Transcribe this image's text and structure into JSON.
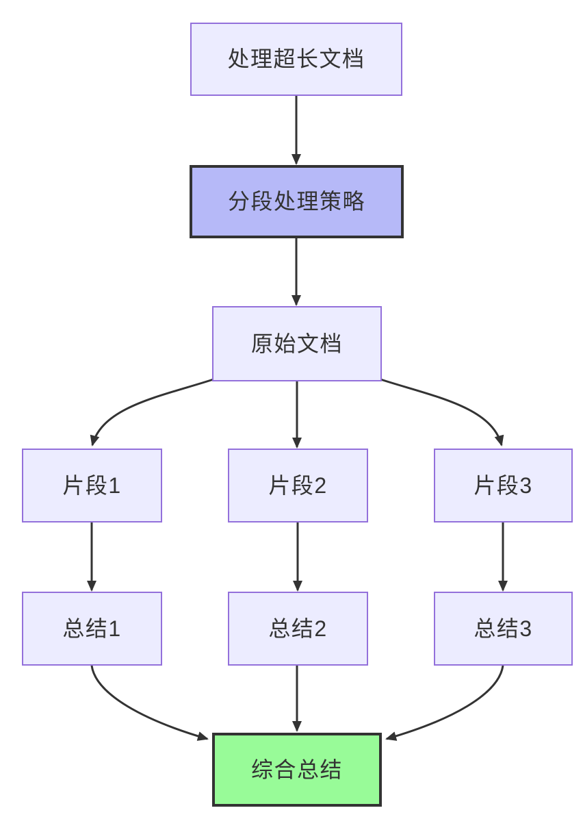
{
  "diagram": {
    "type": "flowchart",
    "direction": "top-down",
    "nodes": [
      {
        "id": "A",
        "label": "处理超长文档",
        "style": "default"
      },
      {
        "id": "B",
        "label": "分段处理策略",
        "style": "highlight"
      },
      {
        "id": "C",
        "label": "原始文档",
        "style": "default"
      },
      {
        "id": "D1",
        "label": "片段1",
        "style": "default"
      },
      {
        "id": "D2",
        "label": "片段2",
        "style": "default"
      },
      {
        "id": "D3",
        "label": "片段3",
        "style": "default"
      },
      {
        "id": "E1",
        "label": "总结1",
        "style": "default"
      },
      {
        "id": "E2",
        "label": "总结2",
        "style": "default"
      },
      {
        "id": "E3",
        "label": "总结3",
        "style": "default"
      },
      {
        "id": "F",
        "label": "综合总结",
        "style": "success"
      }
    ],
    "edges": [
      {
        "from": "处理超长文档",
        "to": "分段处理策略"
      },
      {
        "from": "分段处理策略",
        "to": "原始文档"
      },
      {
        "from": "原始文档",
        "to": "片段1"
      },
      {
        "from": "原始文档",
        "to": "片段2"
      },
      {
        "from": "原始文档",
        "to": "片段3"
      },
      {
        "from": "片段1",
        "to": "总结1"
      },
      {
        "from": "片段2",
        "to": "总结2"
      },
      {
        "from": "片段3",
        "to": "总结3"
      },
      {
        "from": "总结1",
        "to": "综合总结"
      },
      {
        "from": "总结2",
        "to": "综合总结"
      },
      {
        "from": "总结3",
        "to": "综合总结"
      }
    ],
    "colors": {
      "background": "#ffffff",
      "node_fill": "#ECECFF",
      "node_border": "#9370DB",
      "highlight_fill": "#B6B9F8",
      "success_fill": "#98FB98",
      "dark_border": "#333333",
      "edge": "#333333",
      "text": "#333333"
    }
  }
}
